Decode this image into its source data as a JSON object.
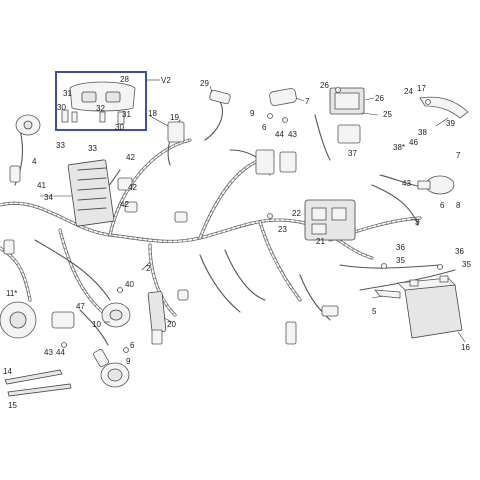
{
  "highlight": {
    "label": "V2",
    "color": "#3a4fb0"
  },
  "callouts": [
    {
      "id": "c28",
      "text": "28"
    },
    {
      "id": "c31a",
      "text": "31"
    },
    {
      "id": "c30a",
      "text": "30"
    },
    {
      "id": "c32",
      "text": "32"
    },
    {
      "id": "c31b",
      "text": "31"
    },
    {
      "id": "c30b",
      "text": "30"
    },
    {
      "id": "c29",
      "text": "29"
    },
    {
      "id": "c18",
      "text": "18"
    },
    {
      "id": "c19",
      "text": "19"
    },
    {
      "id": "c9a",
      "text": "9"
    },
    {
      "id": "c7a",
      "text": "7"
    },
    {
      "id": "c6a",
      "text": "6"
    },
    {
      "id": "c44a",
      "text": "44"
    },
    {
      "id": "c43a",
      "text": "43"
    },
    {
      "id": "c26a",
      "text": "26"
    },
    {
      "id": "c26b",
      "text": "26"
    },
    {
      "id": "c25",
      "text": "25"
    },
    {
      "id": "c24",
      "text": "24"
    },
    {
      "id": "c17",
      "text": "17"
    },
    {
      "id": "c39",
      "text": "39"
    },
    {
      "id": "c38",
      "text": "38"
    },
    {
      "id": "c38s",
      "text": "38*"
    },
    {
      "id": "c46",
      "text": "46"
    },
    {
      "id": "c7b",
      "text": "7"
    },
    {
      "id": "c37",
      "text": "37"
    },
    {
      "id": "c43b",
      "text": "43"
    },
    {
      "id": "c6b",
      "text": "6"
    },
    {
      "id": "c8",
      "text": "8"
    },
    {
      "id": "c33a",
      "text": "33"
    },
    {
      "id": "c33b",
      "text": "33"
    },
    {
      "id": "c4",
      "text": "4"
    },
    {
      "id": "c41",
      "text": "41"
    },
    {
      "id": "c34",
      "text": "34"
    },
    {
      "id": "c42a",
      "text": "42"
    },
    {
      "id": "c42b",
      "text": "42"
    },
    {
      "id": "c42c",
      "text": "42"
    },
    {
      "id": "c22",
      "text": "22"
    },
    {
      "id": "c23",
      "text": "23"
    },
    {
      "id": "c21",
      "text": "21"
    },
    {
      "id": "c3",
      "text": "3"
    },
    {
      "id": "c36a",
      "text": "36"
    },
    {
      "id": "c35a",
      "text": "35"
    },
    {
      "id": "c36b",
      "text": "36"
    },
    {
      "id": "c35b",
      "text": "35"
    },
    {
      "id": "c2",
      "text": "2"
    },
    {
      "id": "c40",
      "text": "40"
    },
    {
      "id": "c11",
      "text": "11*"
    },
    {
      "id": "c47",
      "text": "47"
    },
    {
      "id": "c10",
      "text": "10"
    },
    {
      "id": "c20",
      "text": "20"
    },
    {
      "id": "c5",
      "text": "5"
    },
    {
      "id": "c16",
      "text": "16"
    },
    {
      "id": "c6c",
      "text": "6"
    },
    {
      "id": "c43c",
      "text": "43"
    },
    {
      "id": "c44b",
      "text": "44"
    },
    {
      "id": "c9b",
      "text": "9"
    },
    {
      "id": "c14",
      "text": "14"
    },
    {
      "id": "c15",
      "text": "15"
    }
  ]
}
